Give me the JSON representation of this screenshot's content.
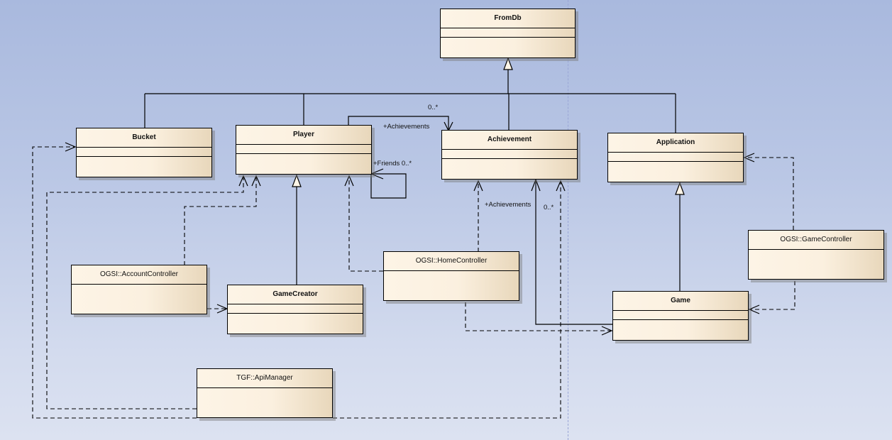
{
  "diagram": {
    "type": "UML class diagram",
    "classes": [
      {
        "id": "fromdb",
        "name": "FromDb"
      },
      {
        "id": "bucket",
        "name": "Bucket"
      },
      {
        "id": "player",
        "name": "Player"
      },
      {
        "id": "achievement",
        "name": "Achievement"
      },
      {
        "id": "application",
        "name": "Application"
      },
      {
        "id": "account_controller",
        "name": "OGSI::AccountController"
      },
      {
        "id": "game_creator",
        "name": "GameCreator"
      },
      {
        "id": "home_controller",
        "name": "OGSI::HomeController"
      },
      {
        "id": "game_controller",
        "name": "OGSI::GameController"
      },
      {
        "id": "game",
        "name": "Game"
      },
      {
        "id": "api_manager",
        "name": "TGF::ApiManager"
      }
    ],
    "relationships": [
      {
        "type": "generalization",
        "from": "Bucket",
        "to": "FromDb"
      },
      {
        "type": "generalization",
        "from": "Player",
        "to": "FromDb"
      },
      {
        "type": "generalization",
        "from": "Achievement",
        "to": "FromDb"
      },
      {
        "type": "generalization",
        "from": "Application",
        "to": "FromDb"
      },
      {
        "type": "generalization",
        "from": "GameCreator",
        "to": "Player"
      },
      {
        "type": "generalization",
        "from": "Game",
        "to": "Application"
      },
      {
        "type": "association",
        "from": "Player",
        "to": "Achievement",
        "role": "+Achievements",
        "multiplicity": "0..*"
      },
      {
        "type": "association",
        "from": "Player",
        "to": "Player",
        "role": "+Friends",
        "multiplicity": "0..*"
      },
      {
        "type": "association",
        "from": "Game",
        "to": "Achievement",
        "role": "+Achievements",
        "multiplicity": "0..*"
      },
      {
        "type": "dependency",
        "from": "OGSI::AccountController",
        "to": "Player"
      },
      {
        "type": "dependency",
        "from": "OGSI::AccountController",
        "to": "GameCreator"
      },
      {
        "type": "dependency",
        "from": "OGSI::HomeController",
        "to": "Player"
      },
      {
        "type": "dependency",
        "from": "OGSI::HomeController",
        "to": "Achievement"
      },
      {
        "type": "dependency",
        "from": "OGSI::HomeController",
        "to": "Game"
      },
      {
        "type": "dependency",
        "from": "OGSI::GameController",
        "to": "Application"
      },
      {
        "type": "dependency",
        "from": "OGSI::GameController",
        "to": "Game"
      },
      {
        "type": "dependency",
        "from": "TGF::ApiManager",
        "to": "Bucket"
      },
      {
        "type": "dependency",
        "from": "TGF::ApiManager",
        "to": "Player"
      },
      {
        "type": "dependency",
        "from": "TGF::ApiManager",
        "to": "Achievement"
      }
    ],
    "labels": {
      "player_achievements_role": "+Achievements",
      "player_achievements_mult": "0..*",
      "friends_label": "+Friends 0..*",
      "game_achievements_role": "+Achievements",
      "game_achievements_mult": "0..*"
    }
  }
}
